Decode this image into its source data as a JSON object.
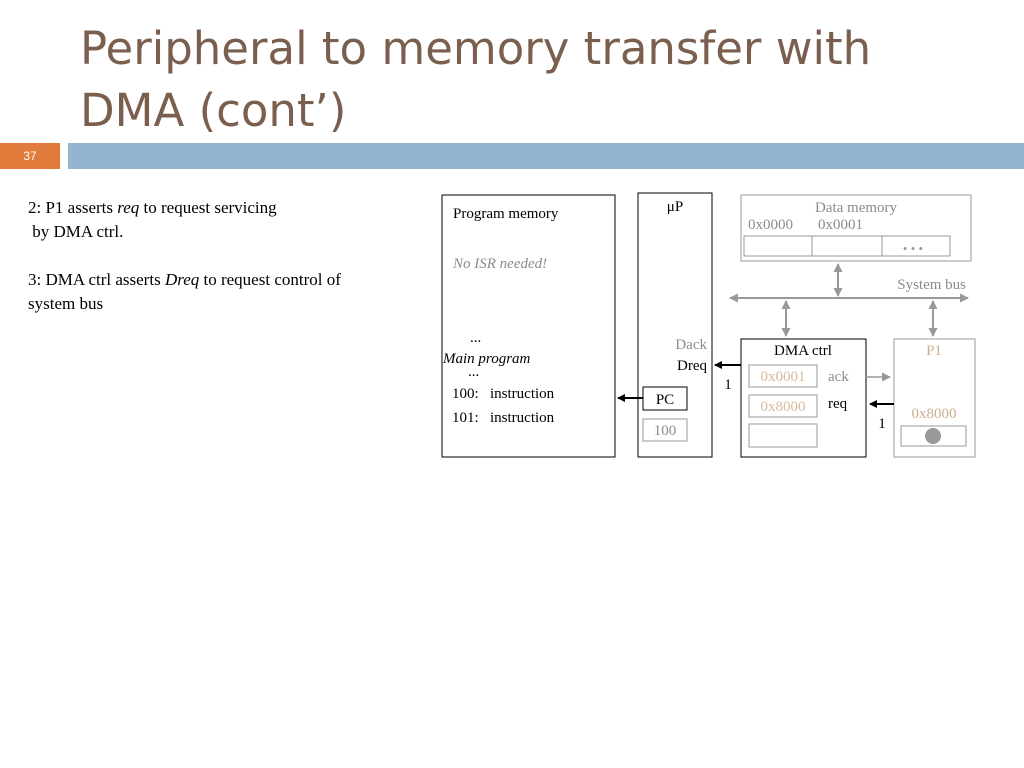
{
  "slide": {
    "title_line1": "Peripheral to memory transfer with",
    "title_line2": "DMA (cont’)",
    "number": "37"
  },
  "body": {
    "step2_prefix": "2: P1 asserts ",
    "step2_em": "req",
    "step2_suffix": " to request servicing",
    "step2_line2": " by DMA ctrl.",
    "step3_prefix": "3: DMA ctrl asserts ",
    "step3_em": "Dreq",
    "step3_suffix": " to request control of",
    "step3_line2": "system bus"
  },
  "diagram": {
    "program_memory": {
      "title": "Program memory",
      "note": "No ISR needed!",
      "ellipsis_top": "...",
      "main_label": "Main program",
      "ellipsis_bottom": "...",
      "lines": [
        {
          "addr": "100:",
          "text": "instruction"
        },
        {
          "addr": "101:",
          "text": "instruction"
        }
      ]
    },
    "cpu": {
      "label": "μP",
      "dack": "Dack",
      "dreq": "Dreq",
      "dreq_value": "1",
      "pc_label": "PC",
      "pc_value": "100"
    },
    "data_memory": {
      "title": "Data memory",
      "addr0": "0x0000",
      "addr1": "0x0001",
      "dots": "• • •"
    },
    "system_bus": "System bus",
    "dma": {
      "label": "DMA ctrl",
      "reg1": "0x0001",
      "reg2": "0x8000",
      "ack": "ack",
      "req": "req",
      "req_value": "1"
    },
    "p1": {
      "label": "P1",
      "reg": "0x8000"
    },
    "colors": {
      "title": "#7a5f4f",
      "accent_orange": "#e07b3c",
      "rule_blue": "#93b5d2",
      "dim_text": "#8c8c8c",
      "dim_line": "#999999",
      "p1_text": "#c9ad8e",
      "dma_reg_text": "#d8b89c"
    }
  }
}
